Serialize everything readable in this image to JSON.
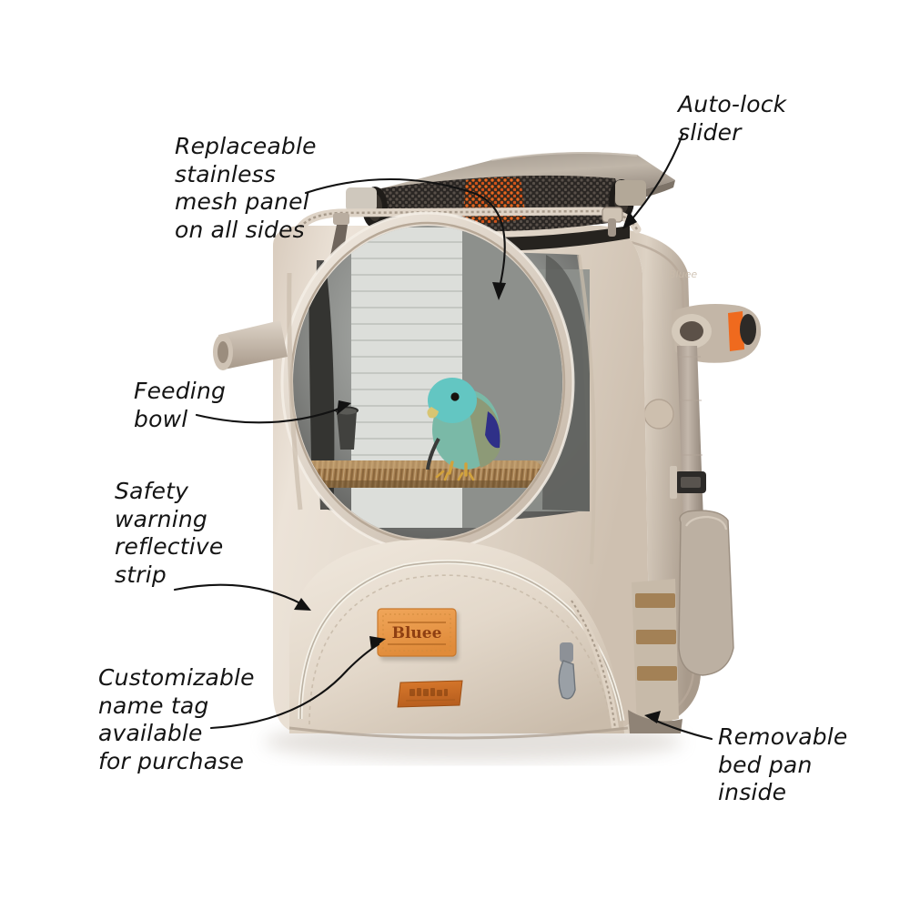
{
  "page": {
    "kind": "product-feature-infographic",
    "background_color": "#ffffff",
    "text_color": "#141414"
  },
  "product": {
    "name_tag_text": "Bluee",
    "brand_patch_text": "",
    "body_color": "#e5dace",
    "body_shadow_color": "#b9ab9c",
    "accent_color": "#e8651c",
    "mesh_color": "#2a2622",
    "perch_color": "#9d7c52",
    "bird": {
      "name": "parrotlet",
      "body_color": "#62c2bd",
      "wing_color": "#2e2f86",
      "beak_color": "#d9c36a"
    }
  },
  "callouts": [
    {
      "id": "mesh",
      "text": "Replaceable\nstainless\nmesh panel\non all sides"
    },
    {
      "id": "slider",
      "text": "Auto-lock\nslider"
    },
    {
      "id": "bowl",
      "text": "Feeding\nbowl"
    },
    {
      "id": "strip",
      "text": "Safety\nwarning\nreflective\nstrip"
    },
    {
      "id": "tag",
      "text": "Customizable\nname tag\navailable\nfor purchase"
    },
    {
      "id": "pan",
      "text": "Removable\nbed pan\ninside"
    }
  ]
}
